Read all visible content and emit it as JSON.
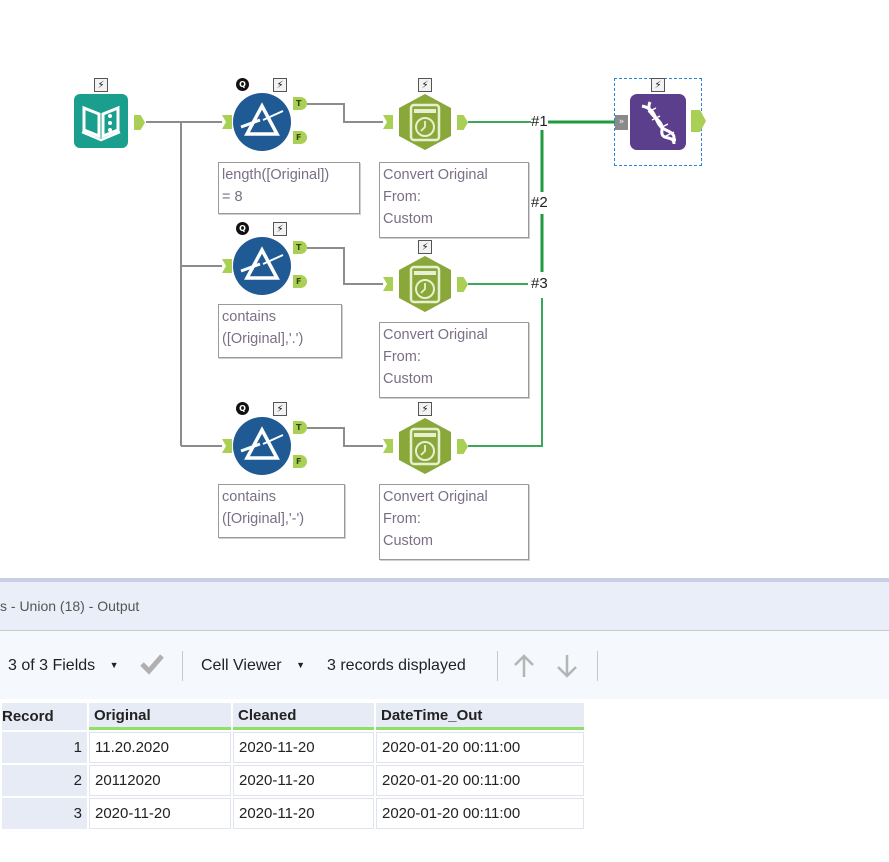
{
  "workflow": {
    "tools": [
      {
        "id": "input",
        "type": "Text Input",
        "icon": "book-icon",
        "color": "#1a9f8e"
      },
      {
        "id": "filter1",
        "type": "Filter",
        "icon": "prism-icon",
        "color": "#1f5a94",
        "annotation": "length([Original])\n= 8",
        "anchors": [
          "T",
          "F"
        ],
        "badge": "Q"
      },
      {
        "id": "filter2",
        "type": "Filter",
        "icon": "prism-icon",
        "color": "#1f5a94",
        "annotation": "contains\n([Original],'.')",
        "anchors": [
          "T",
          "F"
        ],
        "badge": "Q"
      },
      {
        "id": "filter3",
        "type": "Filter",
        "icon": "prism-icon",
        "color": "#1f5a94",
        "annotation": "contains\n([Original],'-')",
        "anchors": [
          "T",
          "F"
        ],
        "badge": "Q"
      },
      {
        "id": "datetime1",
        "type": "DateTime",
        "icon": "clock-icon",
        "color": "#8aa83a",
        "annotation": "Convert Original\nFrom:\nCustom"
      },
      {
        "id": "datetime2",
        "type": "DateTime",
        "icon": "clock-icon",
        "color": "#8aa83a",
        "annotation": "Convert Original\nFrom:\nCustom"
      },
      {
        "id": "datetime3",
        "type": "DateTime",
        "icon": "clock-icon",
        "color": "#8aa83a",
        "annotation": "Convert Original\nFrom:\nCustom"
      },
      {
        "id": "union",
        "type": "Union",
        "icon": "dna-icon",
        "color": "#5b3e8c",
        "selected": true
      }
    ],
    "connection_labels": [
      "#1",
      "#2",
      "#3"
    ],
    "lightning_glyph": "⚡",
    "badge_glyph": "Q",
    "wire_color_gray": "#8c8c8c",
    "wire_color_green": "#2ea043"
  },
  "results": {
    "title": "s - Union (18) - Output",
    "toolbar": {
      "fields": "3 of 3 Fields",
      "cell_viewer": "Cell Viewer",
      "records": "3 records displayed"
    },
    "columns": [
      "Record",
      "Original",
      "Cleaned",
      "DateTime_Out"
    ],
    "rows": [
      {
        "record": "1",
        "original": "11.20.2020",
        "cleaned": "2020-11-20",
        "datetime_out": "2020-01-20 00:11:00"
      },
      {
        "record": "2",
        "original": "20112020",
        "cleaned": "2020-11-20",
        "datetime_out": "2020-01-20 00:11:00"
      },
      {
        "record": "3",
        "original": "2020-11-20",
        "cleaned": "2020-11-20",
        "datetime_out": "2020-01-20 00:11:00"
      }
    ]
  }
}
